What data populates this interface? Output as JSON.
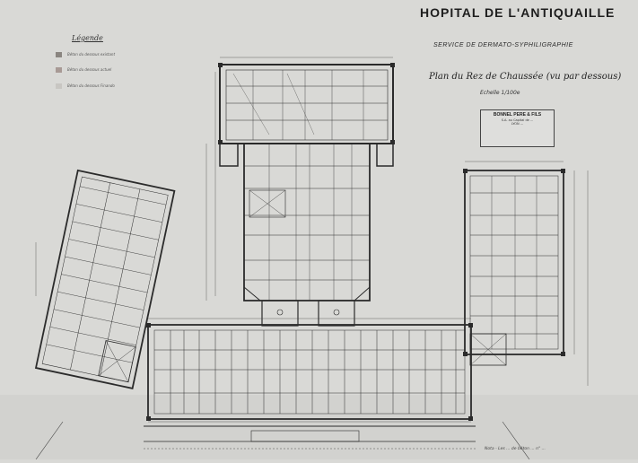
{
  "sheet": {
    "title": "HOPITAL DE L'ANTIQUAILLE",
    "subtitle": "SERVICE DE DERMATO-SYPHILIGRAPHIE",
    "plan_title": "Plan du Rez de Chaussée (vu par dessous)",
    "scale": "Echelle 1/100e",
    "stamp": {
      "name": "BONNEL PERE & FILS",
      "line2": "S.A. au Capital de ...",
      "line3": "LYON ..."
    },
    "footnote": "Nota - Les ... de béton ... n° ..."
  },
  "legend": {
    "title": "Légende",
    "items": [
      {
        "label": "Béton du dessous existant",
        "color": "#8a8580"
      },
      {
        "label": "Béton du dessous actuel",
        "color": "#a89a95"
      },
      {
        "label": "Béton du dessous Finando",
        "color": "#c8c6c2"
      }
    ]
  },
  "colors": {
    "paper": "#d9d9d6",
    "ink": "#2b2b2b",
    "hatch": "#555555"
  }
}
